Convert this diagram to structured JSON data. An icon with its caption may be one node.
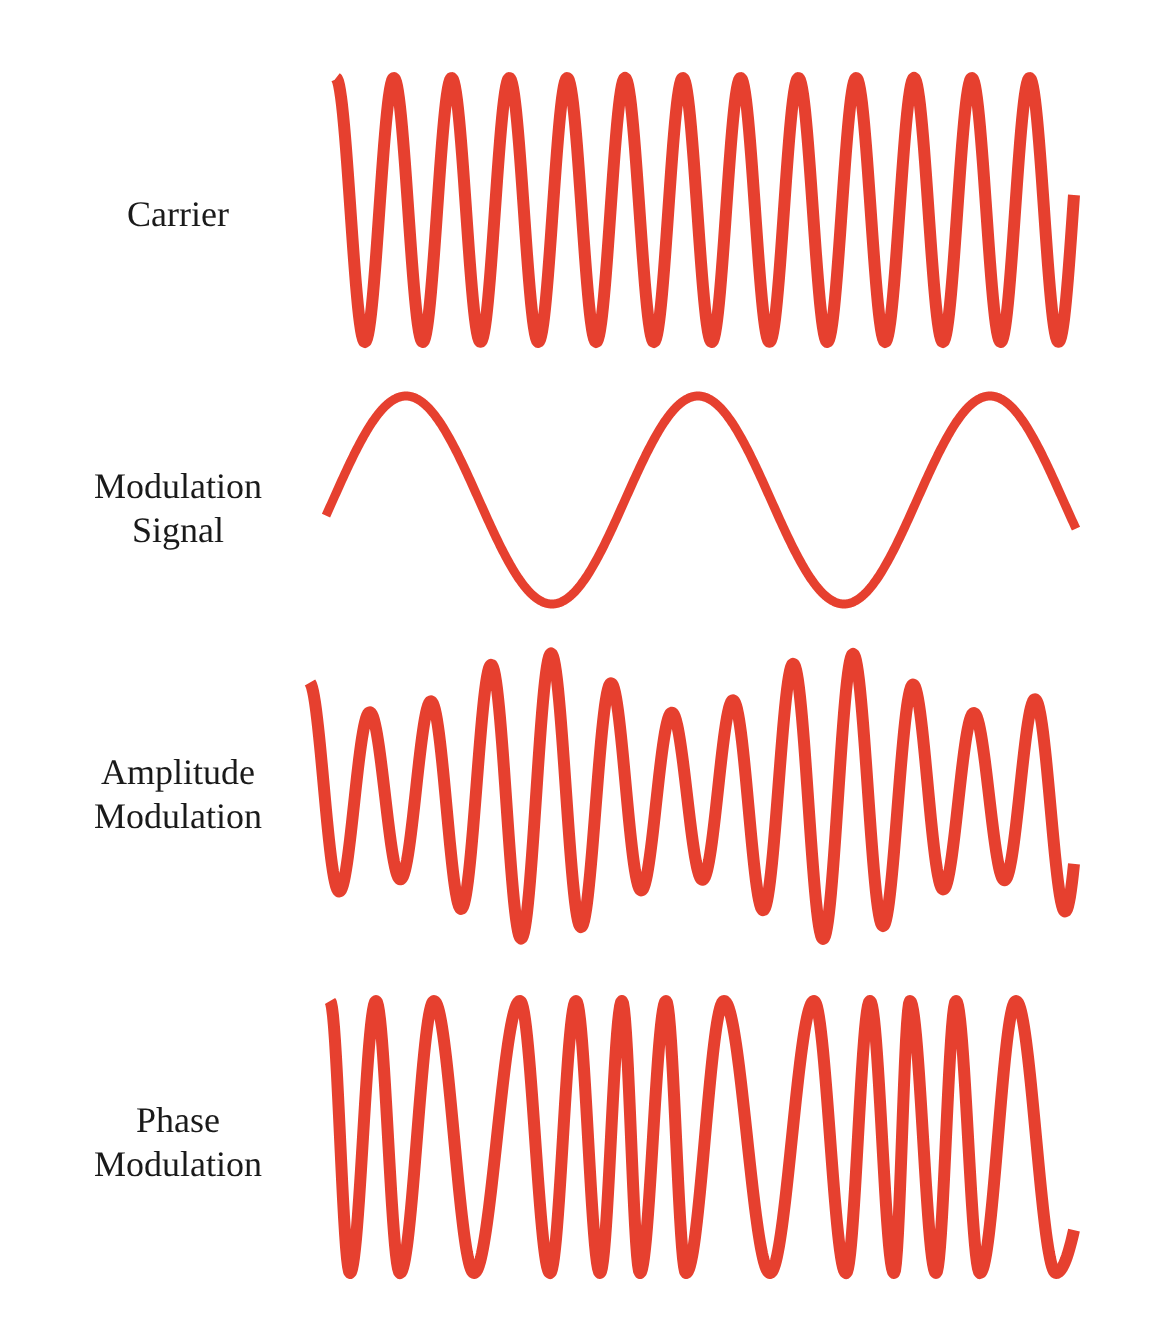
{
  "diagram": {
    "labels": [
      "Carrier",
      "Modulation Signal",
      "Amplitude Modulation",
      "Phase Modulation"
    ]
  }
}
